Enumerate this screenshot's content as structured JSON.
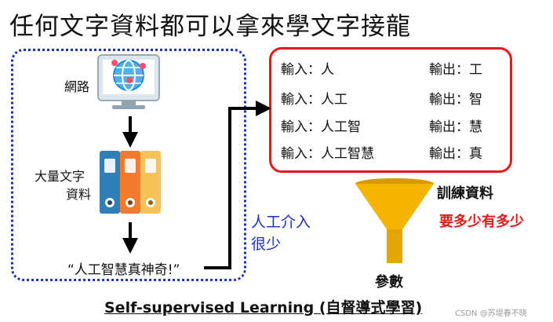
{
  "title": "任何文字資料都可以拿來學文字接龍",
  "left": {
    "web_label": "網路",
    "data_label_1": "大量文字",
    "data_label_2": "資料",
    "quote": "“人工智慧真神奇!”"
  },
  "human": {
    "line1": "人工介入",
    "line2": "很少"
  },
  "pairs": [
    {
      "in": "輸入：人",
      "out": "輸出：工"
    },
    {
      "in": "輸入：人工",
      "out": "輸出：智"
    },
    {
      "in": "輸入：人工智",
      "out": "輸出：慧"
    },
    {
      "in": "輸入：人工智慧",
      "out": "輸出：真"
    }
  ],
  "funnel": {
    "train_label": "訓練資料",
    "more_label": "要多少有多少",
    "param_label": "參數"
  },
  "footer": "Self-supervised Learning (自督導式學習)",
  "watermark": "CSDN @苏堤春不晓",
  "colors": {
    "blue": "#1c2fc4",
    "red": "#e31b1b",
    "gold": "#f4b400"
  }
}
